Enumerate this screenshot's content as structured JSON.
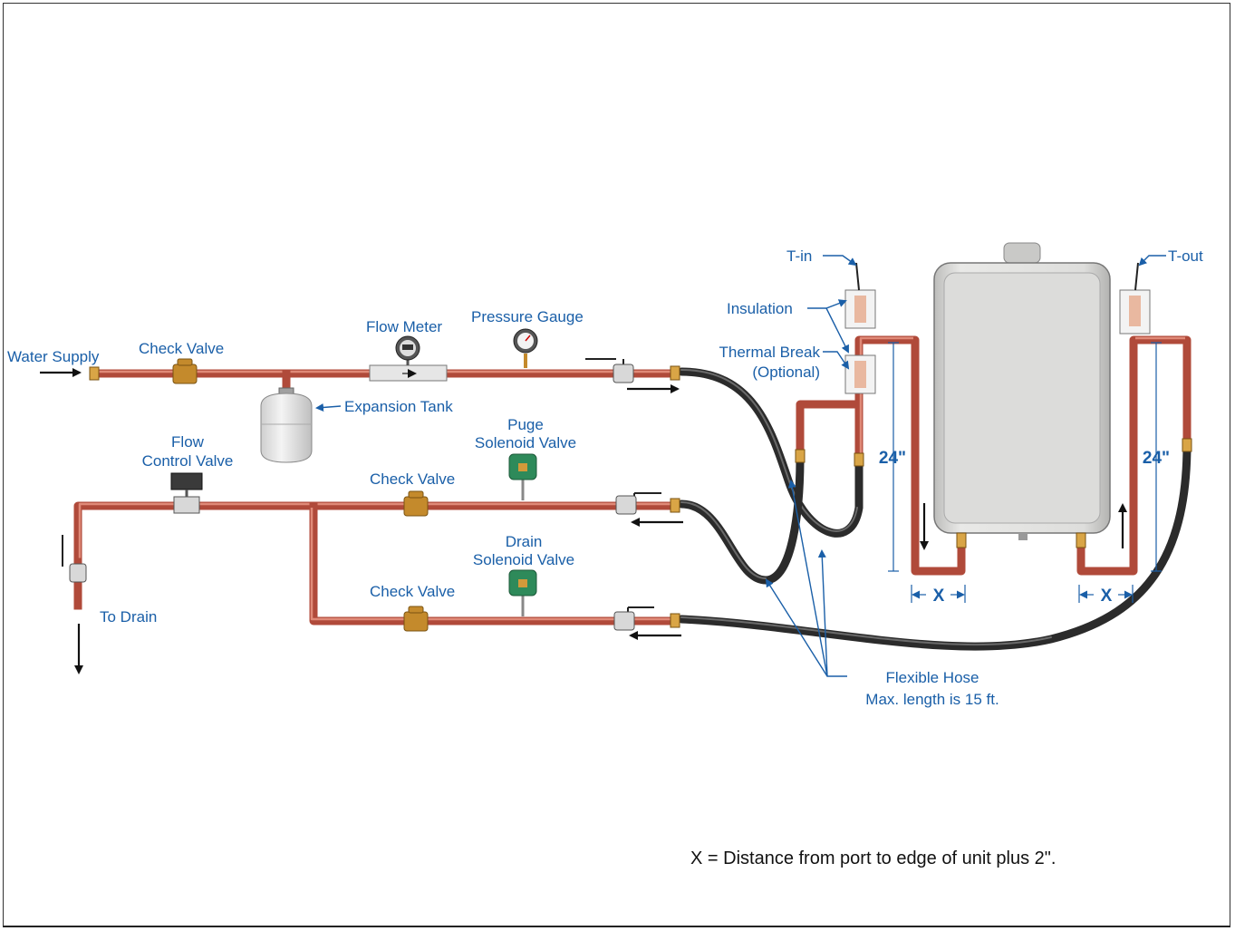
{
  "labels": {
    "water_supply": "Water Supply",
    "check_valve_top": "Check Valve",
    "flow_meter": "Flow Meter",
    "pressure_gauge": "Pressure Gauge",
    "expansion_tank": "Expansion Tank",
    "flow_control_valve_l1": "Flow",
    "flow_control_valve_l2": "Control Valve",
    "check_valve_mid": "Check Valve",
    "purge_solenoid_l1": "Puge",
    "purge_solenoid_l2": "Solenoid Valve",
    "drain_solenoid_l1": "Drain",
    "drain_solenoid_l2": "Solenoid Valve",
    "check_valve_bottom": "Check Valve",
    "to_drain": "To Drain",
    "t_in": "T-in",
    "t_out": "T-out",
    "insulation": "Insulation",
    "thermal_break_l1": "Thermal Break",
    "thermal_break_l2": "(Optional)",
    "flexible_hose_l1": "Flexible Hose",
    "flexible_hose_l2": "Max. length is 15 ft.",
    "dim_24_left": "24\"",
    "dim_24_right": "24\"",
    "dim_x_left": "X",
    "dim_x_right": "X",
    "footnote": "X = Distance from port to edge of unit plus 2\"."
  },
  "colors": {
    "label_blue": "#1a5fa8",
    "pipe_copper": "#b04a3a",
    "hose": "#2b2b2b",
    "brass": "#c48a2c",
    "solenoid_green": "#2e8a5a",
    "tank_body": "#d6d6d4"
  },
  "icons": [
    "check-valve-icon",
    "flow-meter-icon",
    "pressure-gauge-icon",
    "expansion-tank-icon",
    "ball-valve-icon",
    "solenoid-valve-icon",
    "flow-control-valve-icon",
    "thermal-break-icon",
    "water-tank-icon"
  ]
}
